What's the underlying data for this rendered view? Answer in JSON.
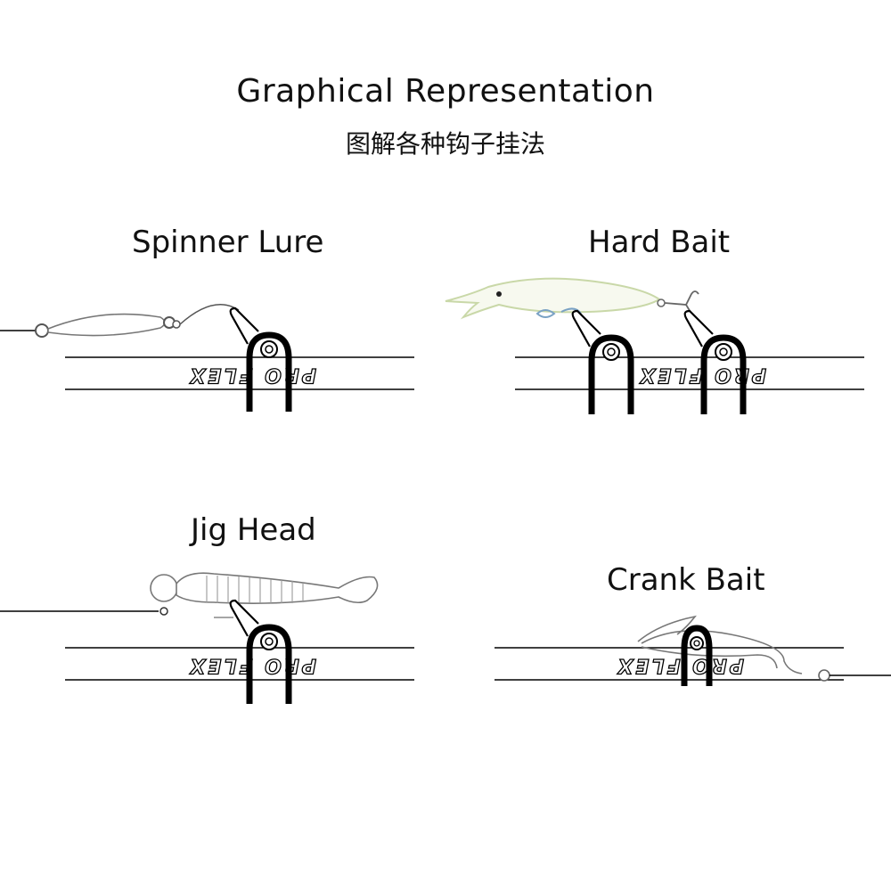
{
  "header": {
    "title": "Graphical Representation",
    "subtitle": "图解各种钩子挂法"
  },
  "panels": [
    {
      "id": "spinner",
      "label": "Spinner Lure"
    },
    {
      "id": "hard",
      "label": "Hard Bait"
    },
    {
      "id": "jig",
      "label": "Jig Head"
    },
    {
      "id": "crank",
      "label": "Crank Bait"
    }
  ],
  "brand_text": "PRO FLEX",
  "colors": {
    "line": "#000000",
    "lure_outline": "#7a7a7a",
    "hard_bait_body": "#c9d8a8",
    "hard_bait_accent": "#7aa2c4"
  }
}
